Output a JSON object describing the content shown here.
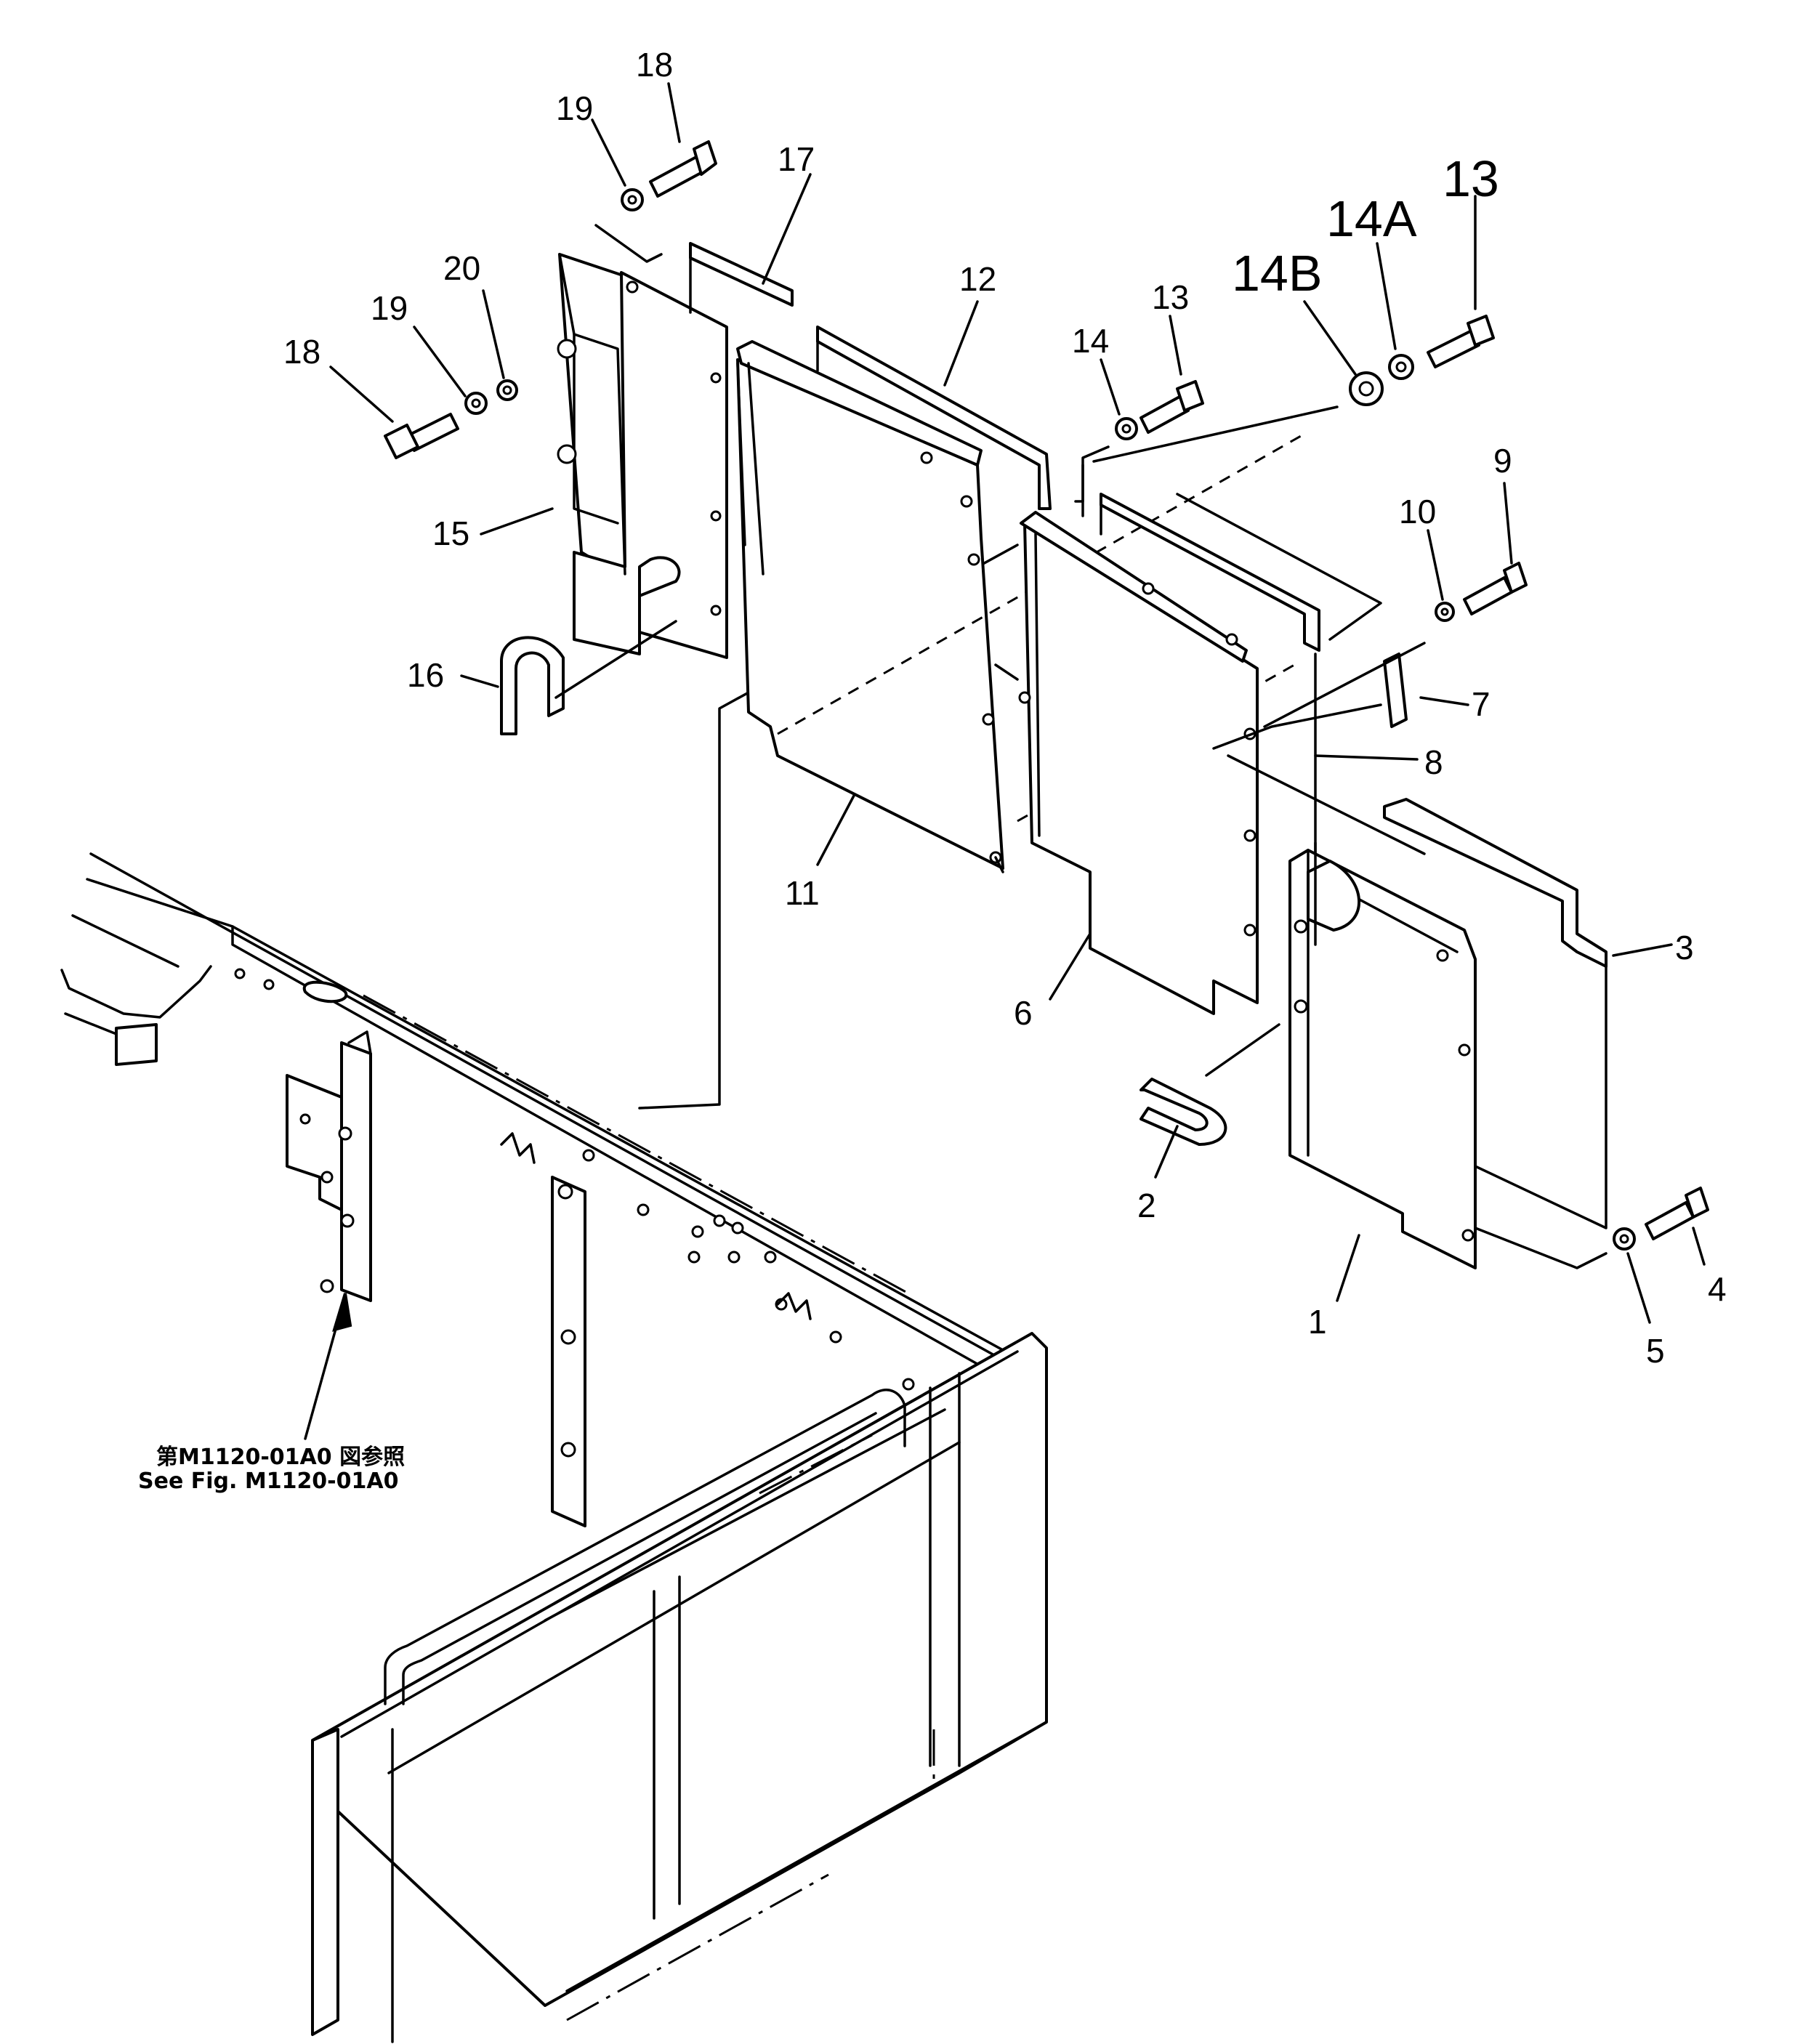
{
  "callouts": {
    "c1": "1",
    "c2": "2",
    "c3": "3",
    "c4": "4",
    "c5": "5",
    "c6": "6",
    "c7": "7",
    "c8": "8",
    "c9": "9",
    "c10": "10",
    "c11": "11",
    "c12": "12",
    "c13_small": "13",
    "c13_large": "13",
    "c14": "14",
    "c14A": "14A",
    "c14B": "14B",
    "c15": "15",
    "c16": "16",
    "c17": "17",
    "c18_top": "18",
    "c18_left": "18",
    "c19_top": "19",
    "c19_left": "19",
    "c20": "20"
  },
  "reference": {
    "japanese": "第M1120-01A0 図参照",
    "english": "See Fig. M1120-01A0"
  }
}
